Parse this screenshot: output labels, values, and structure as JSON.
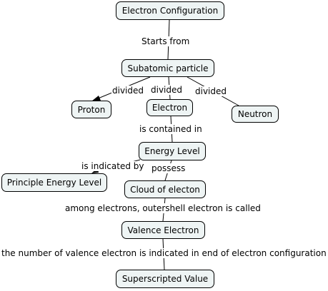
{
  "concepts": {
    "electron_configuration": "Electron Configuration",
    "subatomic_particle": "Subatomic particle",
    "proton": "Proton",
    "electron": "Electron",
    "neutron": "Neutron",
    "energy_level": "Energy Level",
    "principle_energy_level": "Principle Energy Level",
    "cloud_of_electon": "Cloud of electon",
    "valence_electron": "Valence Electron",
    "superscripted_value": "Superscripted Value"
  },
  "links": {
    "starts_from": "Starts from",
    "divided_proton": "divided",
    "divided_electron": "divided",
    "divided_neutron": "divided",
    "is_contained_in": "is contained in",
    "is_indicated_by": "is indicated by",
    "possess": "possess",
    "outershell_called": "among electrons, outershell electron is called",
    "indicated_in_end": "the number of valence electron is indicated in end of electron configuration"
  },
  "colors": {
    "node_fill": "#eef4f4",
    "node_border": "#000000",
    "line": "#000000"
  }
}
